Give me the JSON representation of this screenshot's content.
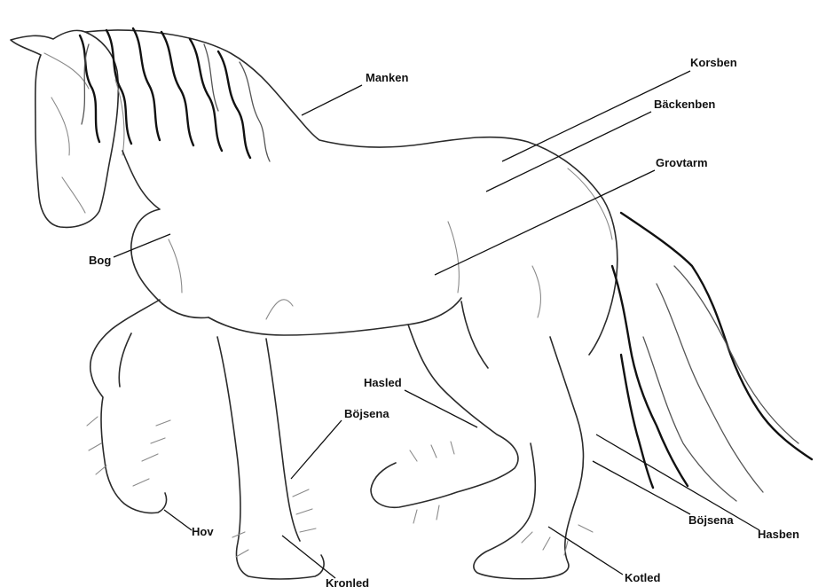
{
  "labels": {
    "manken": "Manken",
    "korsben": "Korsben",
    "backenben": "Bäckenben",
    "grovtarm": "Grovtarm",
    "bog": "Bog",
    "hasled": "Hasled",
    "bojsena_front": "Böjsena",
    "bojsena_rear": "Böjsena",
    "hasben": "Hasben",
    "hov": "Hov",
    "kronled": "Kronled",
    "kotled": "Kotled"
  }
}
